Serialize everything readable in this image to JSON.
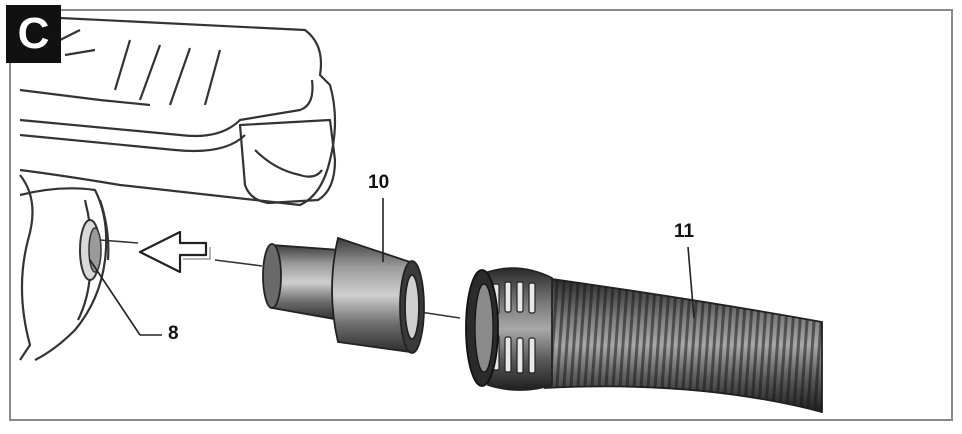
{
  "figure": {
    "badge": "C",
    "callouts": {
      "dust_port": "8",
      "adapter": "10",
      "hose": "11"
    }
  }
}
